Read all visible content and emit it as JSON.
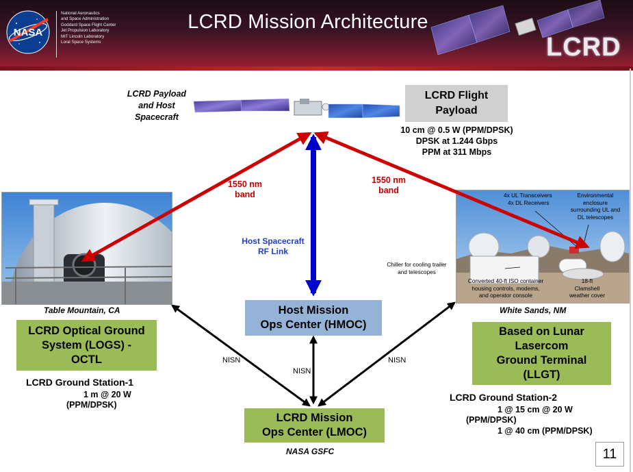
{
  "header": {
    "title": "LCRD Mission Architecture",
    "nasa_logo_text": "NASA",
    "agency_lines": [
      "National Aeronautics",
      "and Space Administration",
      "Goddard Space Flight Center",
      "Jet Propulsion Laboratory",
      "MIT Lincoln Laboratory",
      "Loral Space Systems"
    ],
    "lcrd_logo_text": "LCRD"
  },
  "payload": {
    "caption_line1": "LCRD Payload",
    "caption_line2": "and Host",
    "caption_line3": "Spacecraft",
    "box_line1": "LCRD Flight",
    "box_line2": "Payload",
    "spec_line1": "10 cm @ 0.5 W (PPM/DPSK)",
    "spec_line2": "DPSK at 1.244 Gbps",
    "spec_line3": "PPM at 311 Mbps"
  },
  "links": {
    "left_band_line1": "1550 nm",
    "left_band_line2": "band",
    "right_band_line1": "1550 nm",
    "right_band_line2": "band",
    "rf_line1": "Host Spacecraft",
    "rf_line2": "RF Link",
    "nisn_left": "NISN",
    "nisn_center": "NISN",
    "nisn_right": "NISN"
  },
  "left_station": {
    "photo_caption": "Table Mountain, CA",
    "box_line1": "LCRD Optical Ground",
    "box_line2": "System (LOGS) -",
    "box_line3": "OCTL",
    "station_title": "LCRD Ground Station-1",
    "spec_line1": "1 m @ 20 W",
    "spec_line2": "(PPM/DPSK)"
  },
  "right_station": {
    "photo_caption": "White Sands, NM",
    "ann_transceivers_1": "4x UL Transceivers",
    "ann_transceivers_2": "4x DL Receivers",
    "ann_enclosure_1": "Environmental",
    "ann_enclosure_2": "enclosure",
    "ann_enclosure_3": "surrounding UL and",
    "ann_enclosure_4": "DL telescopes",
    "ann_chiller_1": "Chiller for cooling trailer",
    "ann_chiller_2": "and telescopes",
    "ann_container_1": "Converted 40-ft ISO container",
    "ann_container_2": "housing controls, modems,",
    "ann_container_3": "and operator console",
    "ann_clamshell_1": "18-ft",
    "ann_clamshell_2": "Clamshell",
    "ann_clamshell_3": "weather cover",
    "box_line1": "Based on Lunar",
    "box_line2": "Lasercom",
    "box_line3": "Ground Terminal",
    "box_line4": "(LLGT)",
    "station_title": "LCRD Ground Station-2",
    "spec_line1": "1 @ 15 cm @ 20 W",
    "spec_line2": "(PPM/DPSK)",
    "spec_line3": "1 @ 40 cm (PPM/DPSK)"
  },
  "hmoc": {
    "line1": "Host Mission",
    "line2": "Ops Center (HMOC)"
  },
  "lmoc": {
    "line1": "LCRD Mission",
    "line2": "Ops Center (LMOC)",
    "caption": "NASA GSFC"
  },
  "page_number": "11",
  "colors": {
    "optical_link": "#cc0000",
    "rf_link": "#0000cc",
    "ground_link": "#000000",
    "green_box": "#9bbb59",
    "blue_box": "#95b3d7",
    "grey_box": "#d0d0d0"
  }
}
